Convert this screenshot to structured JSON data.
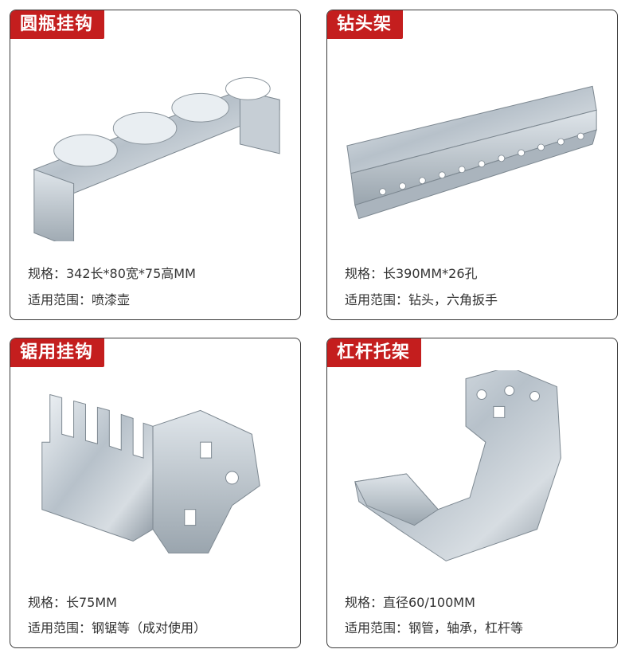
{
  "products": [
    {
      "title": "圆瓶挂钩",
      "spec": "规格：342长*80宽*75高MM",
      "usage": "适用范围：喷漆壶",
      "icon": "bottle-rack-icon"
    },
    {
      "title": "钻头架",
      "spec": "规格：长390MM*26孔",
      "usage": "适用范围：钻头，六角扳手",
      "icon": "drill-rack-icon"
    },
    {
      "title": "锯用挂钩",
      "spec": "规格：长75MM",
      "usage": "适用范围：钢锯等（成对使用）",
      "icon": "saw-hook-icon"
    },
    {
      "title": "杠杆托架",
      "spec": "规格：直径60/100MM",
      "usage": "适用范围：钢管，轴承，杠杆等",
      "icon": "lever-bracket-icon"
    }
  ],
  "colors": {
    "tag_red": "#c41e1e",
    "border": "#3a3a3a",
    "metal": "#b9c3cc"
  }
}
